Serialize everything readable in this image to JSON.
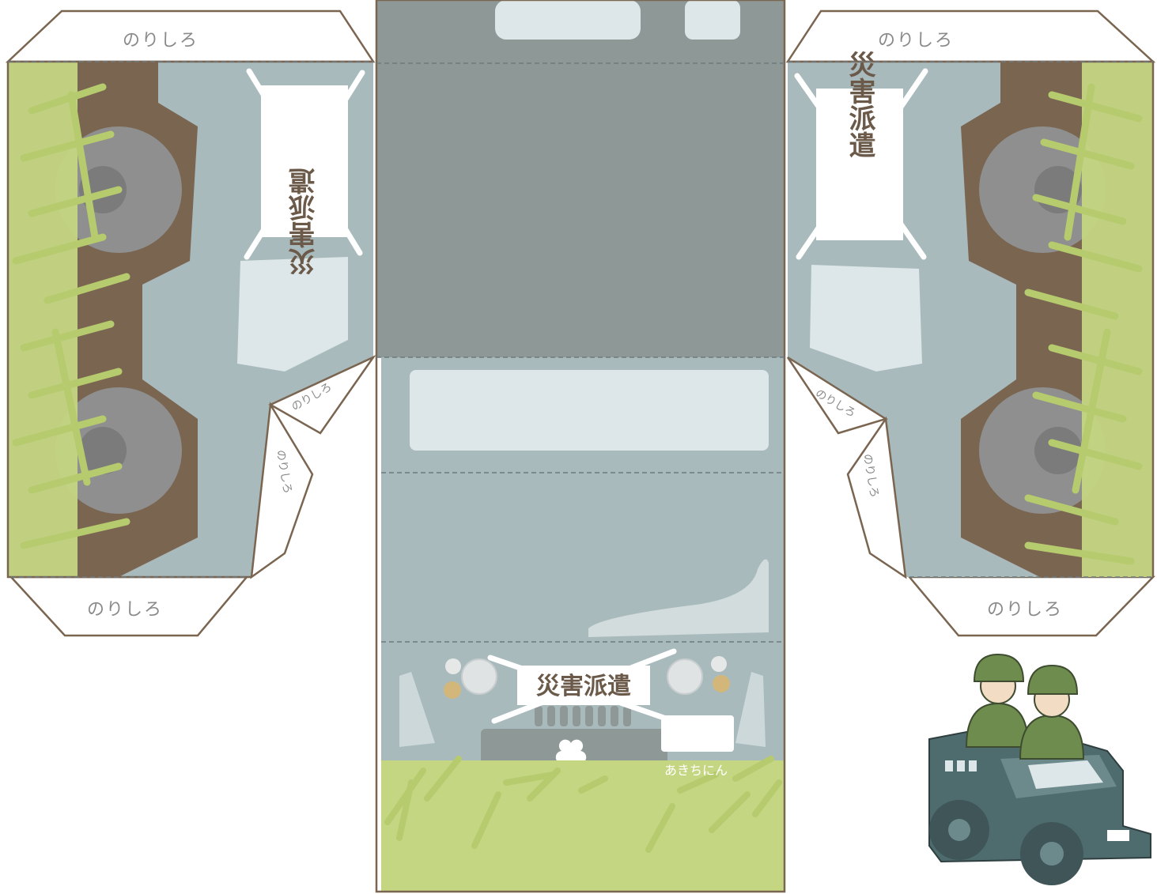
{
  "craft": {
    "glue_tab_label": "のりしろ",
    "banner_text": "災害派遣",
    "artist_signature": "あきちにん"
  },
  "colors": {
    "body_light": "#a9babd",
    "body_dark": "#8e9897",
    "window": "#dde6e8",
    "grass": "#c5d683",
    "grass_blade": "#b6ca6e",
    "dirt": "#7a6550",
    "tire": "#8f8f8f",
    "tab": "#dadada",
    "outline": "#7a6550",
    "sample_body": "#4e6b6e",
    "helmet": "#6d8c4e"
  },
  "icons": {
    "wheel": "tire-icon",
    "soldier": "soldier-icon",
    "finished_model": "finished-vehicle-icon"
  }
}
